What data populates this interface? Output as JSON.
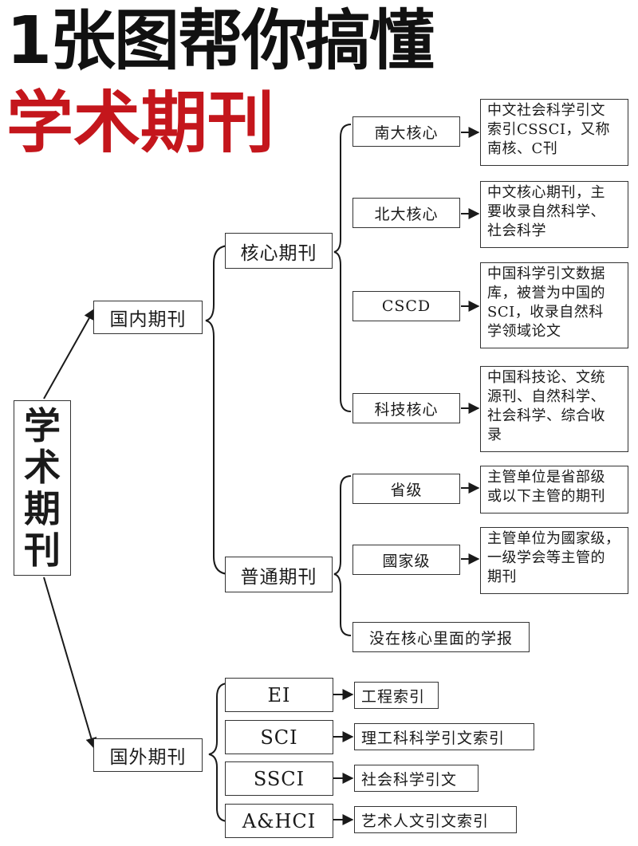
{
  "title": {
    "line1": "1张图帮你搞懂",
    "line2": "学术期刊"
  },
  "root": "学\n术\n期\n刊",
  "domestic": {
    "label": "国内期刊",
    "core": {
      "label": "核心期刊",
      "items": [
        {
          "label": "南大核心",
          "desc": "中文社会科学引文\n索引CSSCI，又称\n南核、C刊"
        },
        {
          "label": "北大核心",
          "desc": "中文核心期刊，主\n要收录自然科学、\n社会科学"
        },
        {
          "label": "CSCD",
          "desc": "中国科学引文数据\n库，被誉为中国的\nSCI，收录自然科\n学领域论文"
        },
        {
          "label": "科技核心",
          "desc": "中国科技论、文统\n源刊、自然科学、\n社会科学、综合收\n录"
        }
      ]
    },
    "general": {
      "label": "普通期刊",
      "items": [
        {
          "label": "省级",
          "desc": "主管单位是省部级\n或以下主管的期刊"
        },
        {
          "label": "國家级",
          "desc": "主管单位为國家级，\n一级学会等主管的\n期刊"
        }
      ],
      "extra": "没在核心里面的学报"
    }
  },
  "foreign": {
    "label": "国外期刊",
    "items": [
      {
        "label": "EI",
        "desc": "工程索引"
      },
      {
        "label": "SCI",
        "desc": "理工科科学引文索引"
      },
      {
        "label": "SSCI",
        "desc": "社会科学引文"
      },
      {
        "label": "A&HCI",
        "desc": "艺术人文引文索引"
      }
    ]
  },
  "colors": {
    "title_red": "#c4161c",
    "title_black": "#111111",
    "line": "#1a1a1a"
  }
}
